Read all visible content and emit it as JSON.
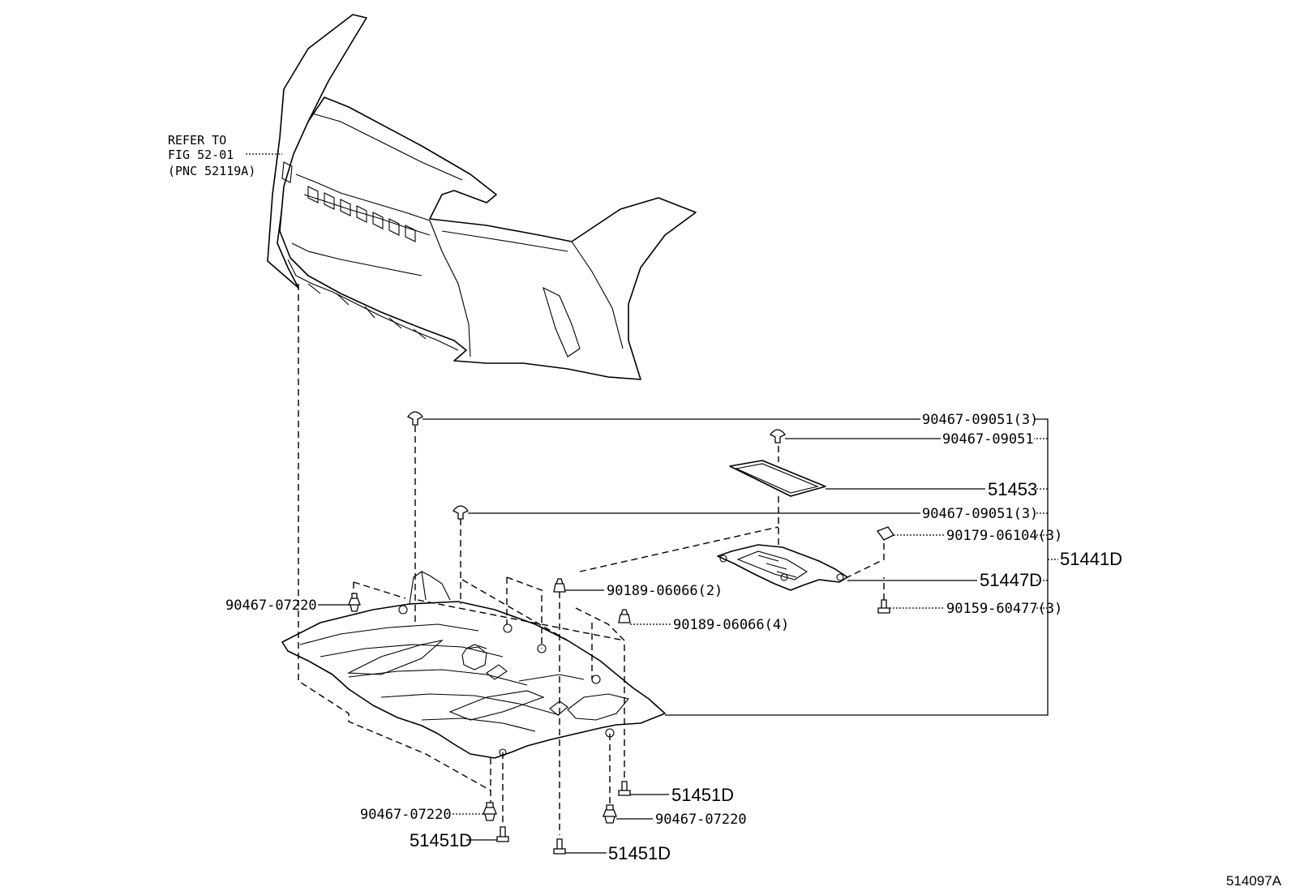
{
  "diagram_id": "514097A",
  "reference_note": {
    "line1": "REFER TO",
    "line2": "FIG 52-01",
    "line3": "(PNC 52119A)"
  },
  "callouts": {
    "clip_top_left": "90467-09051(3)",
    "clip_top_right": "90467-09051",
    "cover_plate": "51453",
    "clip_middle": "90467-09051(3)",
    "nut_right": "90179-06104(3)",
    "assembly": "51441D",
    "bracket": "51447D",
    "bolt_right": "90159-60477(3)",
    "clip_left": "90467-07220",
    "nut_a": "90189-06066(2)",
    "nut_b": "90189-06066(4)",
    "screw_bottom_right": "51451D",
    "clip_bottom_left": "90467-07220",
    "clip_bottom_middle": "90467-07220",
    "screw_bottom_left": "51451D",
    "screw_bottom_middle": "51451D"
  }
}
